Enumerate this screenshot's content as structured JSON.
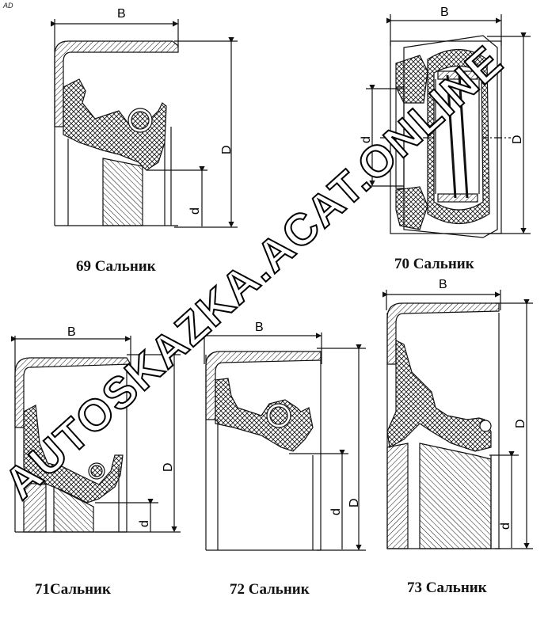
{
  "corner_mark": "AD",
  "figures": [
    {
      "id": "69",
      "number": "69",
      "title": "Сальник",
      "dim_b": "B",
      "dim_d_outer": "D",
      "dim_d_inner": "d"
    },
    {
      "id": "70",
      "number": "70",
      "title": "Сальник",
      "dim_b": "B",
      "dim_d_outer": "D",
      "dim_d_inner": "d"
    },
    {
      "id": "71",
      "number": "71",
      "title": "Сальник",
      "dim_b": "B",
      "dim_d_outer": "D",
      "dim_d_inner": "d"
    },
    {
      "id": "72",
      "number": "72",
      "title": "Сальник",
      "dim_b": "B",
      "dim_d_outer": "D",
      "dim_d_inner": "d"
    },
    {
      "id": "73",
      "number": "73",
      "title": "Сальник",
      "dim_b": "B",
      "dim_d_outer": "D",
      "dim_d_inner": "d"
    }
  ],
  "watermark": "AUTOSKAZKA.ACAT.ONLINE",
  "colors": {
    "line": "#111111",
    "watermark_fill": "#ffffff",
    "watermark_stroke": "#000000"
  }
}
